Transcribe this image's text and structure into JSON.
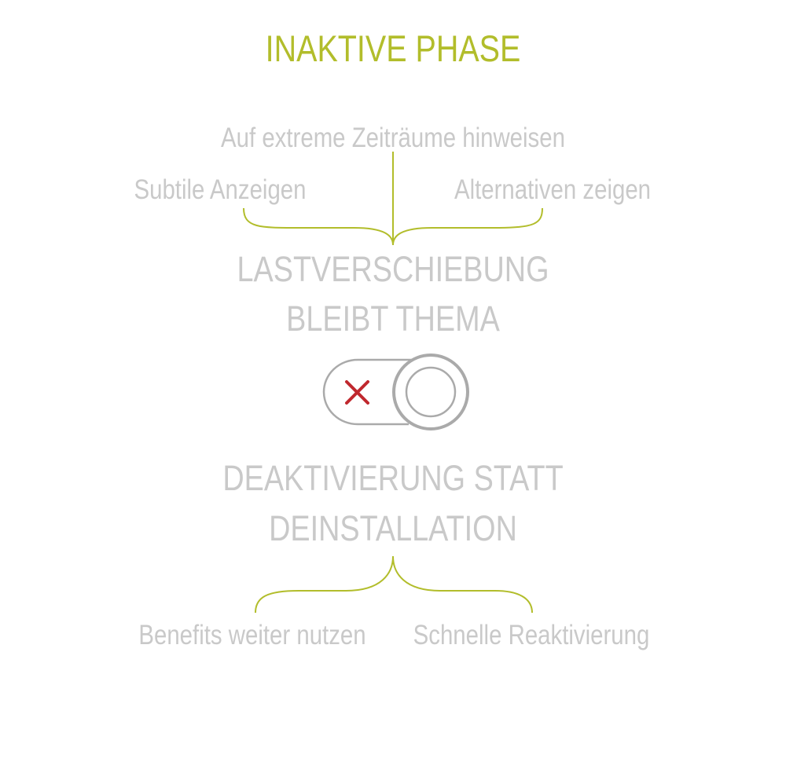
{
  "title": "INAKTIVE PHASE",
  "top_branch": {
    "center": "Auf extreme Zeiträume hinweisen",
    "left": "Subtile Anzeigen",
    "right": "Alternativen zeigen"
  },
  "statement1": {
    "line1": "LASTVERSCHIEBUNG",
    "line2": "BLEIBT THEMA"
  },
  "toggle": {
    "state": "off",
    "icon": "x-icon"
  },
  "statement2": {
    "line1": "DEAKTIVIERUNG STATT",
    "line2": "DEINSTALLATION"
  },
  "bottom_branch": {
    "left": "Benefits weiter nutzen",
    "right": "Schnelle Reaktivierung"
  },
  "colors": {
    "accent": "#b2bd2b",
    "text": "#c9c9c9",
    "toggle": "#aaaaaa",
    "x": "#c0282e"
  }
}
